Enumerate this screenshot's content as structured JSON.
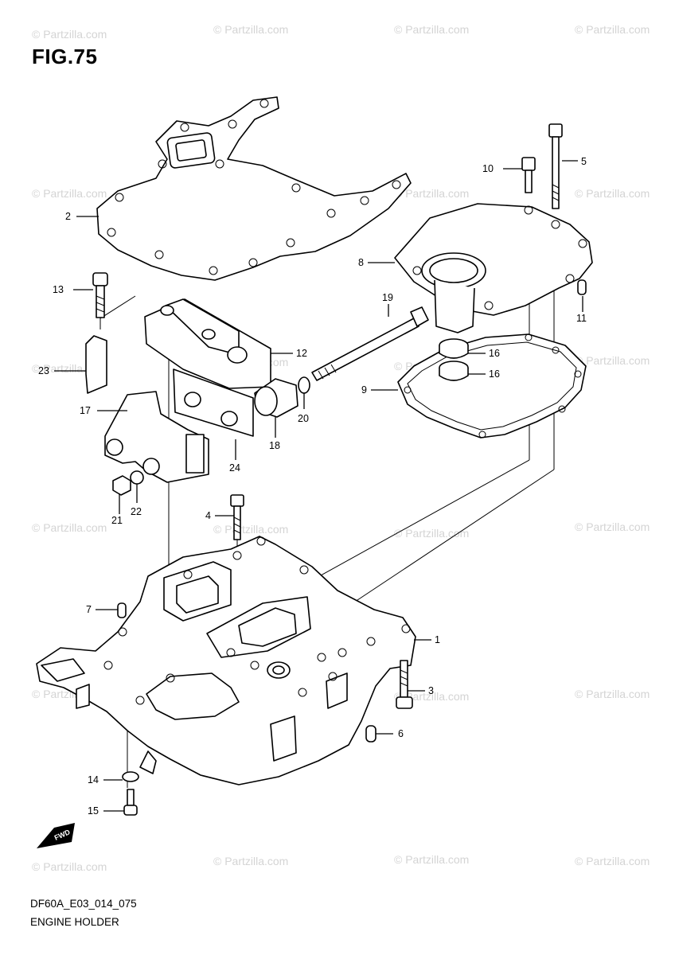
{
  "figure": {
    "title": "FIG.75",
    "diagram_code": "DF60A_E03_014_075",
    "diagram_name": "ENGINE HOLDER"
  },
  "watermark": "© Partzilla.com",
  "callouts": [
    "1",
    "2",
    "3",
    "4",
    "5",
    "6",
    "7",
    "8",
    "9",
    "10",
    "11",
    "12",
    "13",
    "14",
    "15",
    "16",
    "16",
    "17",
    "18",
    "19",
    "20",
    "21",
    "22",
    "23",
    "24"
  ],
  "front_marker_label": "FWD"
}
